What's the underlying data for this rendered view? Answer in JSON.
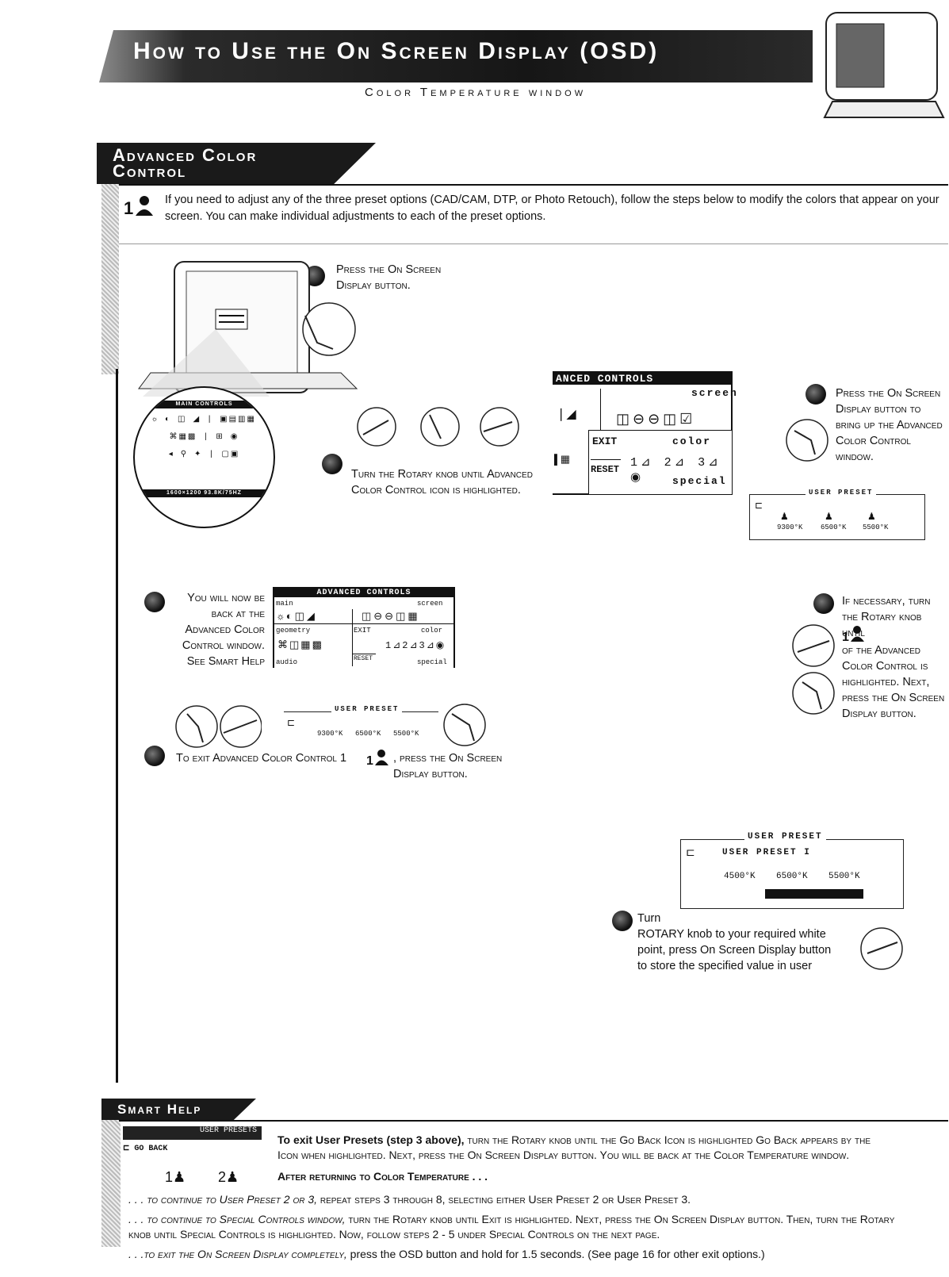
{
  "header": {
    "title": "How to Use the On Screen Display (OSD)",
    "subtitle": "Color Temperature window"
  },
  "section": {
    "title_line1": "Advanced Color",
    "title_line2": "Control",
    "intro": "If you need to adjust any of the three preset options (CAD/CAM, DTP, or Photo Retouch), follow the steps below to modify the colors  that appear on your screen. You can make individual adjustments to each of the preset options."
  },
  "steps": {
    "s1": "Press the On Screen Display button.",
    "s2": "Turn the Rotary knob until  Advanced Color Control icon is highlighted.",
    "s3": "Press the On Screen Display button to bring up the Advanced Color Control window.",
    "s4": "If necessary, turn the Rotary knob until",
    "s4b": "of the Advanced Color Control is highlighted. Next, press the On Screen Display button.",
    "s5_line1": "Turn",
    "s5_line2": "ROTARY knob to your required white point, press On Screen Display button to store the specified value in user",
    "s6": "You will now be back at the Advanced Color Control window. See Smart Help",
    "s7": "To exit Advanced Color Control 1",
    "s7b": ", press the On Screen Display button."
  },
  "osd_adv": {
    "title": "ANCED CONTROLS",
    "screen": "screen",
    "color": "color",
    "special": "special",
    "exit": "EXIT",
    "reset": "RESET"
  },
  "osd_adv_small": {
    "title": "ADVANCED CONTROLS",
    "main": "main",
    "screen": "screen",
    "geometry": "geometry",
    "color": "color",
    "audio": "audio",
    "special": "special",
    "exit": "EXIT",
    "reset": "RESET"
  },
  "osd_main_zoom": {
    "title": "MAIN CONTROLS",
    "footer": "1600×1200  93.8K/75HZ"
  },
  "user_preset": {
    "label": "USER PRESET",
    "temps": [
      "9300°K",
      "6500°K",
      "5500°K"
    ]
  },
  "user_preset_big": {
    "label": "USER PRESET",
    "row": "USER PRESET I",
    "temps": [
      "4500°K",
      "6500°K",
      "5500°K"
    ]
  },
  "smart_help": {
    "title": "Smart Help",
    "badge": "USER PRESETS",
    "goback": "GO BACK",
    "exit_lead": "To exit User Presets (step 3 above),",
    "exit_text": " turn the Rotary knob until the Go Back Icon is highlighted Go Back appears by the",
    "exit_text2": "Icon when highlighted. Next, press the On Screen Display button. You will be back at the Color Temperature window.",
    "after": "After returning to Color Temperature . . .",
    "b1_i": ". . . to continue to User Preset 2 or 3,",
    "b1": " repeat steps 3 through 8, selecting either User Preset 2 or User Preset 3.",
    "b2_i": ". . . to continue to Special Controls window,",
    "b2": " turn the Rotary knob until Exit is highlighted. Next, press the On Screen Display button. Then, turn the Rotary",
    "b2c": "knob until Special Controls is highlighted. Now, follow steps 2 - 5 under Special Controls on the next page.",
    "b3_i": ". . .to exit the On Screen Display completely,",
    "b3": " press the OSD button and hold for 1.5 seconds. (See page 16 for other exit options.)"
  }
}
